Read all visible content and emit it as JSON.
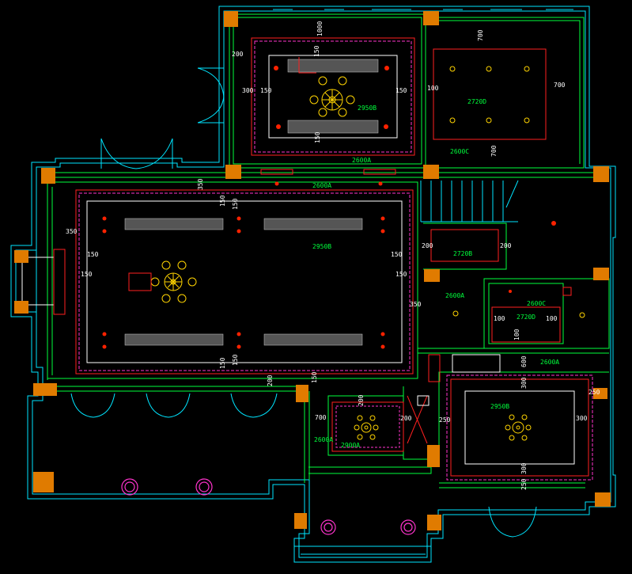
{
  "colors": {
    "background": "#000000",
    "wall_outer": "#00e5ff",
    "wall_green": "#00ff3c",
    "ceiling_red": "#ff2020",
    "ceiling_magenta": "#ff33cc",
    "column": "#e07b00",
    "fixture": "#ffd400",
    "downlight": "#ff2200",
    "text_white": "#ffffff",
    "text_green": "#00ff3c",
    "grille": "#9a9a9a"
  },
  "ceiling_tags": {
    "top_left_room": "2950B",
    "top_right_room": "2720D",
    "top_right_corridor": "2600C",
    "top_corridor": "2600A",
    "hall_corridor": "2600A",
    "main_hall": "2950B",
    "stair_side_room": "2720B",
    "stair_landing": "2600A",
    "small_right_room": "2600C",
    "small_right_inner": "2720D",
    "bottom_right_corridor": "2600A",
    "bottom_right_room": "2950B",
    "bottom_middle_room": "2900A",
    "bottom_left_corridor": "2600A"
  },
  "dimensions": {
    "top_room_left_gap": "200",
    "top_room_left_inner": "300",
    "top_room_left_offset": "150",
    "top_room_right_offset": "150",
    "top_room_top": "150",
    "top_room_top_stack": "1000",
    "top_room_bottom": "150",
    "top_right_top": "700",
    "top_right_left": "100",
    "top_right_right": "700",
    "top_right_bottom": "700",
    "hall_top_offset": "350",
    "hall_top_a": "150",
    "hall_top_b": "150",
    "hall_left_outer": "350",
    "hall_left_a": "150",
    "hall_left_b": "150",
    "hall_right_a": "150",
    "hall_right_b": "150",
    "hall_right_outer": "350",
    "hall_bottom_a": "150",
    "hall_bottom_b": "150",
    "hall_bottom_outer": "200",
    "hall_bottom_right": "150",
    "stair_room_left": "200",
    "stair_room_right": "200",
    "small_room_left": "100",
    "small_room_right": "100",
    "small_room_bottom": "100",
    "br_top_a": "600",
    "br_top_b": "300",
    "br_left": "250",
    "br_right_a": "300",
    "br_right_outer": "250",
    "br_bottom_a": "300",
    "br_bottom_b": "250",
    "bm_top": "200",
    "bm_left": "700",
    "bm_right": "200"
  }
}
